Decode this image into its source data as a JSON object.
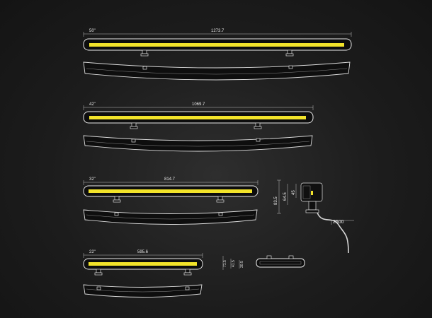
{
  "colors": {
    "background": "#1c1c1c",
    "outline": "#e9e9e9",
    "led_lens": "#f2e32a"
  },
  "bars": [
    {
      "size_label": "50\"",
      "length_label": "1273.7"
    },
    {
      "size_label": "42\"",
      "length_label": "1069.7"
    },
    {
      "size_label": "32\"",
      "length_label": "814.7"
    },
    {
      "size_label": "22\"",
      "length_label": "595.6"
    }
  ],
  "side_view": {
    "height_label": "83.5",
    "inner_height_label": "64.5",
    "depth_label": "45",
    "cable_label": "2500"
  },
  "end_view": {
    "height_label": "71.5",
    "inner_label": "41.5",
    "small_label": "30.5"
  }
}
